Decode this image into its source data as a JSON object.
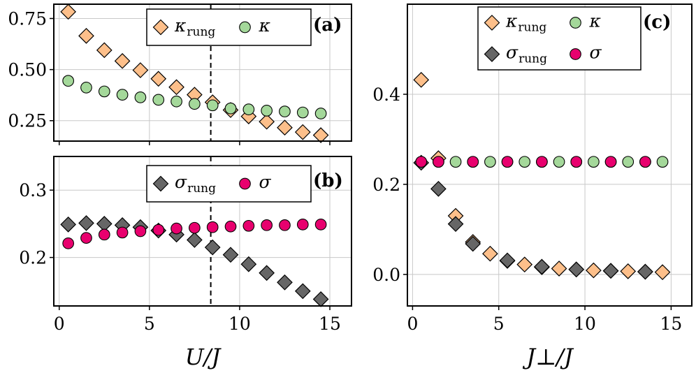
{
  "chart_data": [
    {
      "id": "a",
      "type": "scatter",
      "panel_label": "(a)",
      "xlim": [
        -0.3,
        16.2
      ],
      "ylim": [
        0.15,
        0.82
      ],
      "xticks": [
        0,
        5,
        10,
        15
      ],
      "yticks": [
        0.25,
        0.5,
        0.75
      ],
      "ytick_labels": [
        "0.25",
        "0.50",
        "0.75"
      ],
      "grid": true,
      "vline_x": 8.4,
      "legend_position": "top-right",
      "series": [
        {
          "name": "κ_rung",
          "base": "κ",
          "sub": "rung",
          "marker": "diamond",
          "color": "#fdbf8a",
          "x": [
            0.5,
            1.5,
            2.5,
            3.5,
            4.5,
            5.5,
            6.5,
            7.5,
            8.5,
            9.5,
            10.5,
            11.5,
            12.5,
            13.5,
            14.5
          ],
          "y": [
            0.783,
            0.665,
            0.595,
            0.542,
            0.497,
            0.455,
            0.414,
            0.377,
            0.34,
            0.302,
            0.271,
            0.245,
            0.216,
            0.194,
            0.179
          ]
        },
        {
          "name": "κ",
          "base": "κ",
          "sub": "",
          "marker": "circle",
          "color": "#a4d89a",
          "x": [
            0.5,
            1.5,
            2.5,
            3.5,
            4.5,
            5.5,
            6.5,
            7.5,
            8.5,
            9.5,
            10.5,
            11.5,
            12.5,
            13.5,
            14.5
          ],
          "y": [
            0.445,
            0.412,
            0.393,
            0.377,
            0.364,
            0.352,
            0.344,
            0.332,
            0.325,
            0.31,
            0.305,
            0.299,
            0.295,
            0.29,
            0.285
          ]
        }
      ]
    },
    {
      "id": "b",
      "type": "scatter",
      "panel_label": "(b)",
      "xlim": [
        -0.3,
        16.2
      ],
      "ylim": [
        0.128,
        0.35
      ],
      "xticks": [
        0,
        5,
        10,
        15
      ],
      "xlabel_base": "U/J",
      "yticks": [
        0.2,
        0.3
      ],
      "ytick_labels": [
        "0.2",
        "0.3"
      ],
      "grid": true,
      "vline_x": 8.4,
      "legend_position": "top-right",
      "series": [
        {
          "name": "σ_rung",
          "base": "σ",
          "sub": "rung",
          "marker": "diamond",
          "color": "#666666",
          "x": [
            0.5,
            1.5,
            2.5,
            3.5,
            4.5,
            5.5,
            6.5,
            7.5,
            8.5,
            9.5,
            10.5,
            11.5,
            12.5,
            13.5,
            14.5
          ],
          "y": [
            0.249,
            0.251,
            0.25,
            0.248,
            0.245,
            0.24,
            0.234,
            0.226,
            0.215,
            0.204,
            0.19,
            0.177,
            0.163,
            0.15,
            0.138
          ]
        },
        {
          "name": "σ",
          "base": "σ",
          "sub": "",
          "marker": "circle",
          "color": "#e8006e",
          "x": [
            0.5,
            1.5,
            2.5,
            3.5,
            4.5,
            5.5,
            6.5,
            7.5,
            8.5,
            9.5,
            10.5,
            11.5,
            12.5,
            13.5,
            14.5
          ],
          "y": [
            0.221,
            0.229,
            0.234,
            0.237,
            0.239,
            0.241,
            0.243,
            0.244,
            0.245,
            0.246,
            0.247,
            0.248,
            0.248,
            0.249,
            0.249
          ]
        }
      ]
    },
    {
      "id": "c",
      "type": "scatter",
      "panel_label": "(c)",
      "xlim": [
        -0.3,
        16.2
      ],
      "ylim": [
        -0.07,
        0.6
      ],
      "xticks": [
        0,
        5,
        10,
        15
      ],
      "xlabel_base": "J⊥/J",
      "yticks": [
        0.0,
        0.2,
        0.4
      ],
      "ytick_labels": [
        "0.0",
        "0.2",
        "0.4"
      ],
      "grid": true,
      "legend_position": "top-right",
      "series": [
        {
          "name": "κ_rung",
          "base": "κ",
          "sub": "rung",
          "marker": "diamond",
          "color": "#fdbf8a",
          "x": [
            0.5,
            1.5,
            2.5,
            3.5,
            4.5,
            5.5,
            6.5,
            7.5,
            8.5,
            9.5,
            10.5,
            11.5,
            12.5,
            13.5,
            14.5
          ],
          "y": [
            0.432,
            0.258,
            0.13,
            0.072,
            0.046,
            0.03,
            0.022,
            0.016,
            0.013,
            0.011,
            0.009,
            0.008,
            0.007,
            0.006,
            0.005
          ]
        },
        {
          "name": "κ",
          "base": "κ",
          "sub": "",
          "marker": "circle",
          "color": "#a4d89a",
          "x": [
            0.5,
            1.5,
            2.5,
            3.5,
            4.5,
            5.5,
            6.5,
            7.5,
            8.5,
            9.5,
            10.5,
            11.5,
            12.5,
            13.5,
            14.5
          ],
          "y": [
            0.25,
            0.25,
            0.25,
            0.25,
            0.25,
            0.25,
            0.25,
            0.25,
            0.25,
            0.25,
            0.25,
            0.25,
            0.25,
            0.25,
            0.25
          ]
        },
        {
          "name": "σ_rung",
          "base": "σ",
          "sub": "rung",
          "marker": "diamond",
          "color": "#666666",
          "x": [
            0.5,
            1.5,
            2.5,
            3.5,
            5.5,
            7.5,
            9.5,
            11.5,
            13.5
          ],
          "y": [
            0.248,
            0.19,
            0.112,
            0.068,
            0.031,
            0.017,
            0.011,
            0.008,
            0.006
          ]
        },
        {
          "name": "σ",
          "base": "σ",
          "sub": "",
          "marker": "circle",
          "color": "#e8006e",
          "x": [
            0.5,
            1.5,
            3.5,
            5.5,
            7.5,
            9.5,
            11.5,
            13.5
          ],
          "y": [
            0.25,
            0.25,
            0.25,
            0.25,
            0.25,
            0.25,
            0.25,
            0.25
          ]
        }
      ]
    }
  ]
}
